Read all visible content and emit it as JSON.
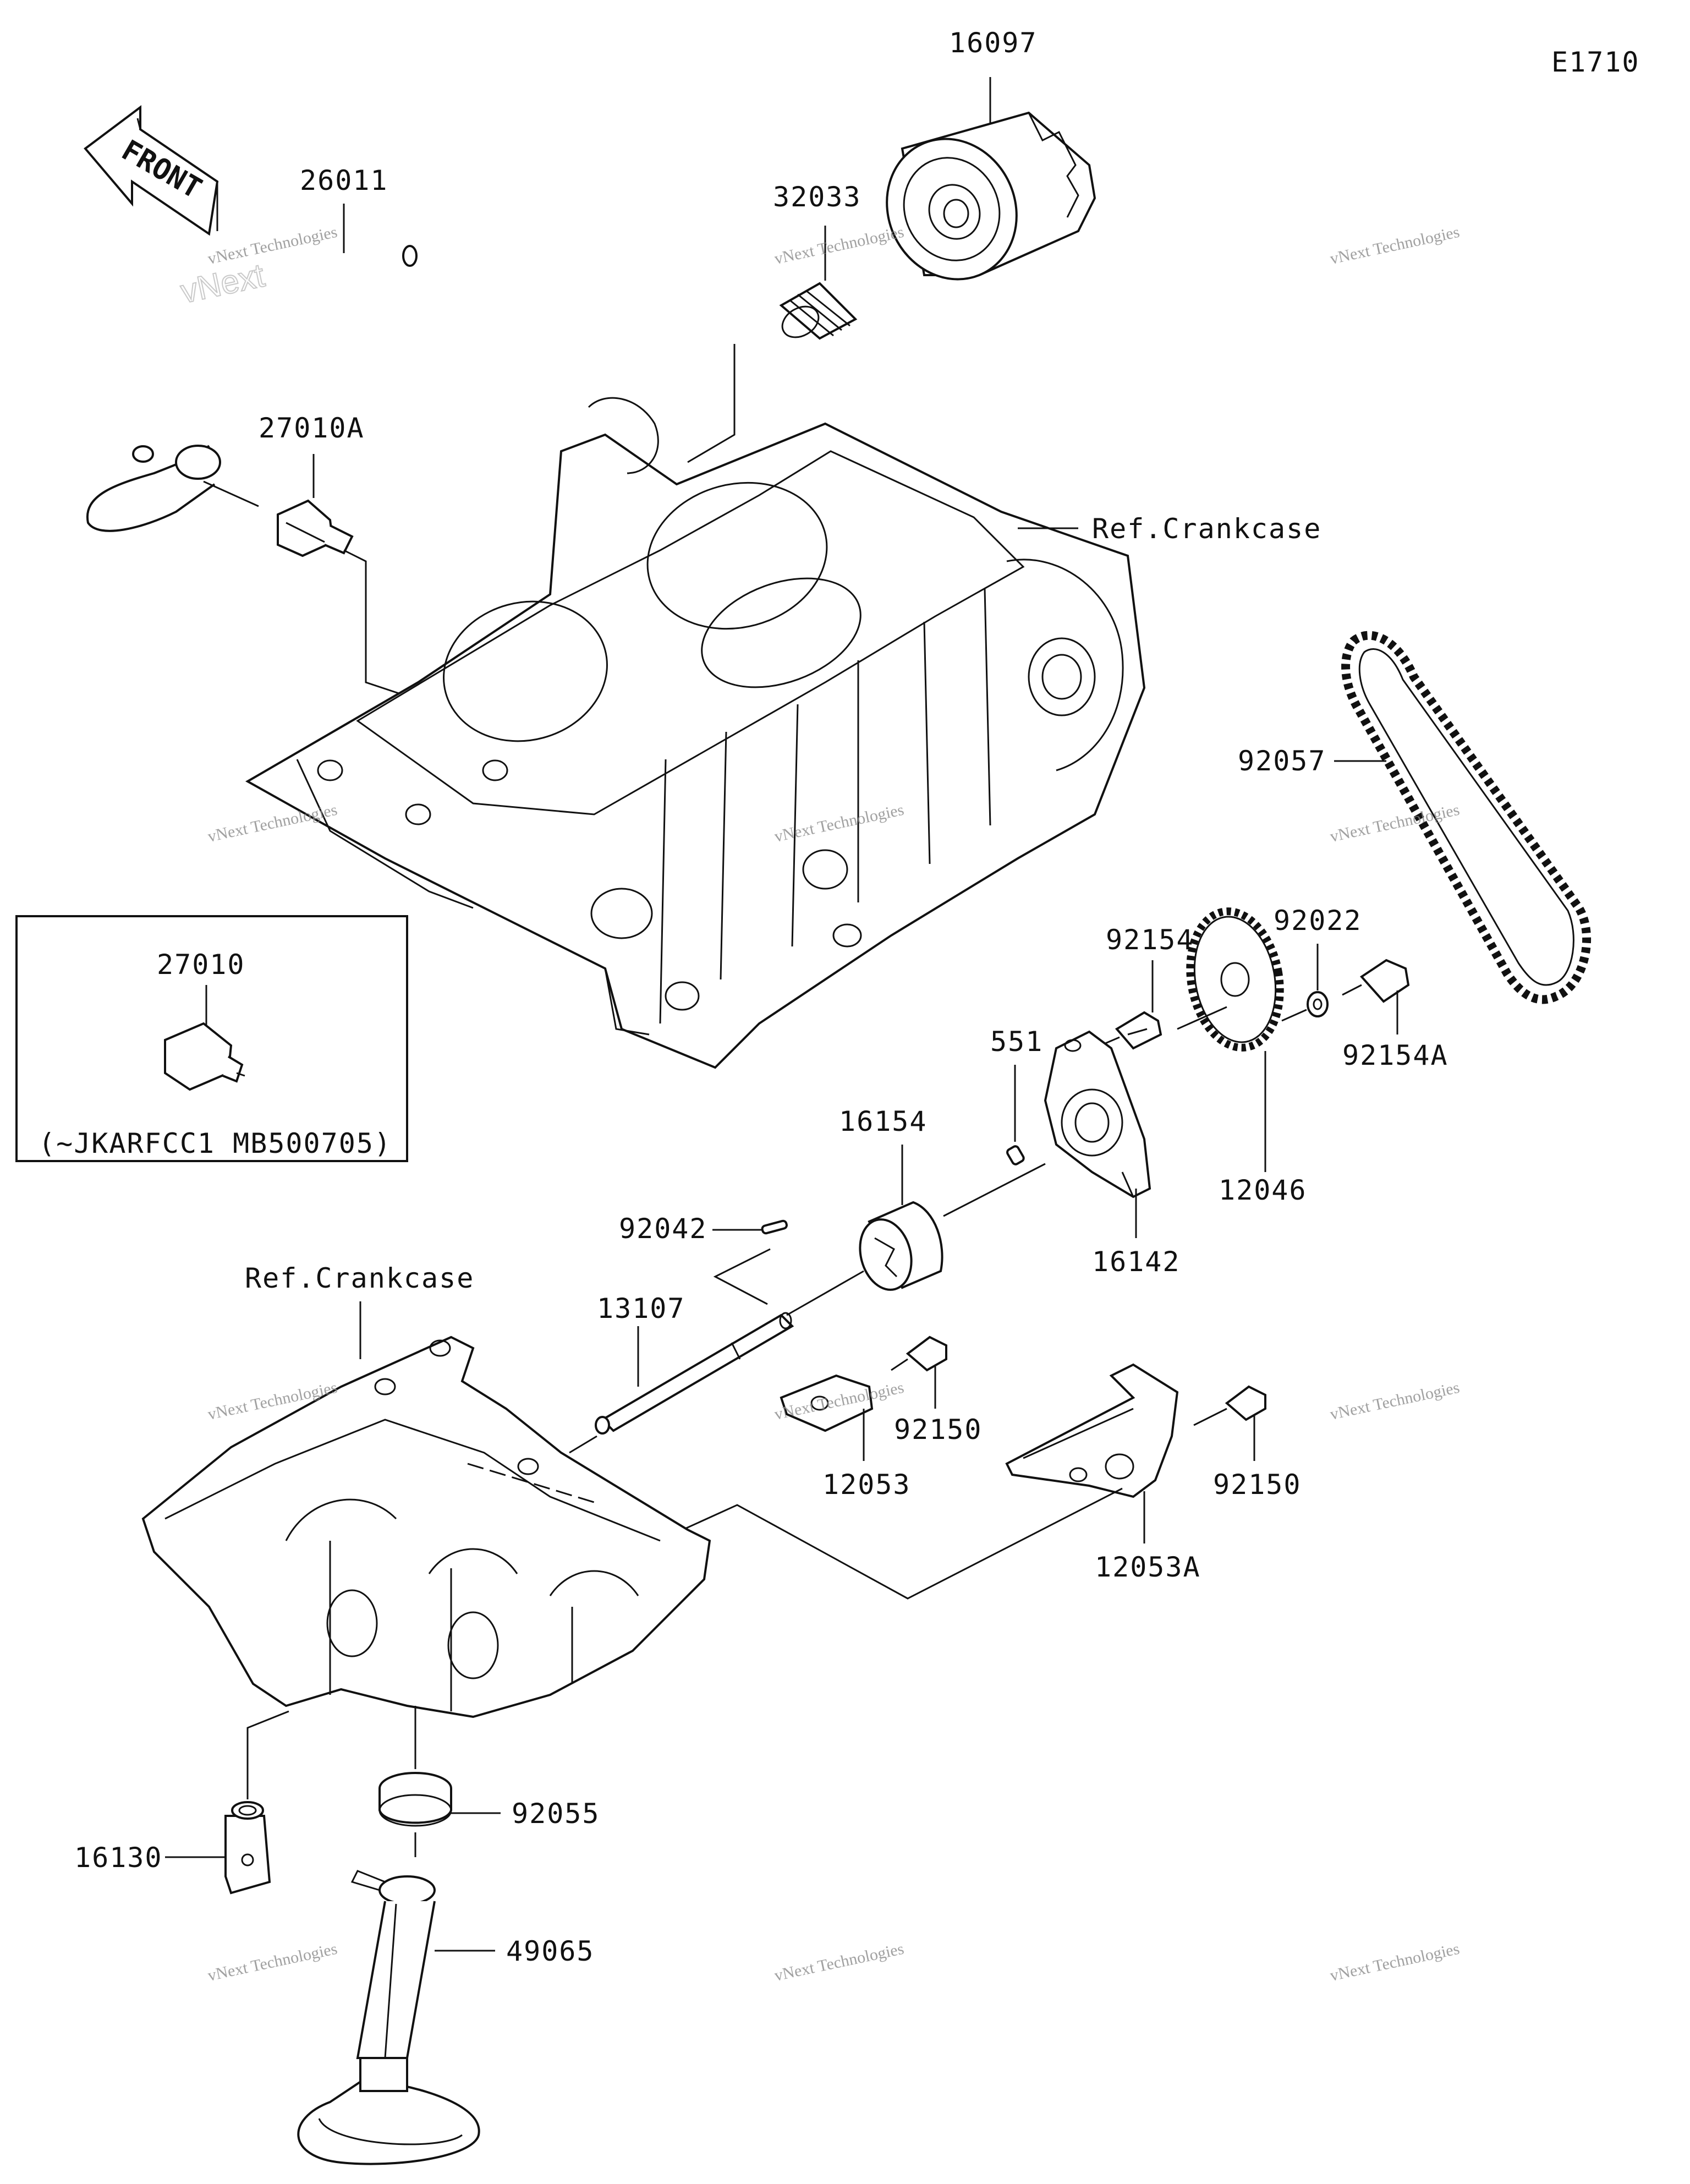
{
  "diagram_code": "E1710",
  "front_label": "FRONT",
  "ref_crankcase_upper": "Ref.Crankcase",
  "ref_crankcase_lower": "Ref.Crankcase",
  "inset_part": "27010",
  "inset_note": "(~JKARFCC1 MB500705)",
  "watermark": {
    "line1": "vNext Technologies",
    "line2": "vNext\nTechnologies"
  },
  "parts": {
    "p16097": "16097",
    "p32033": "32033",
    "p26011": "26011",
    "p27010A": "27010A",
    "p92057": "92057",
    "p92154": "92154",
    "p92022": "92022",
    "p92154A": "92154A",
    "p551": "551",
    "p12046": "12046",
    "p16154": "16154",
    "p16142": "16142",
    "p92042": "92042",
    "p13107": "13107",
    "p92150a": "92150",
    "p12053": "12053",
    "p92150b": "92150",
    "p12053A": "12053A",
    "p16130": "16130",
    "p92055": "92055",
    "p49065": "49065"
  }
}
